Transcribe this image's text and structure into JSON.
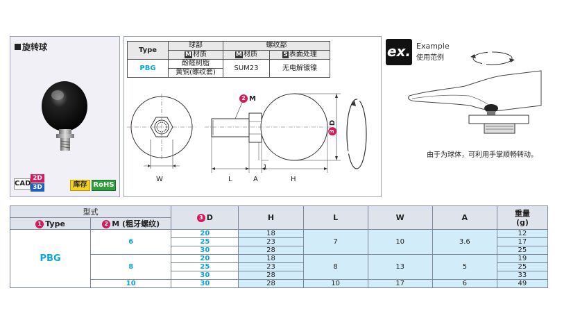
{
  "product": {
    "title": "旋转球",
    "cad_label": "CAD",
    "badge_2d": "2D",
    "badge_3d": "3D",
    "stock_label": "库存",
    "rohs_label": "RoHS"
  },
  "spec_table": {
    "type_header": "Type",
    "ball_header": "球部",
    "thread_header": "螺纹部",
    "material_mark": "M",
    "material_label": "材质",
    "surface_mark": "S",
    "surface_label": "表面处理",
    "type_value": "PBG",
    "ball_material_1": "酚醛树脂",
    "ball_material_2": "黄铜(螺纹套)",
    "thread_material": "SUM23",
    "thread_surface": "无电解镀镍"
  },
  "drawing": {
    "m_label": "M",
    "d_label": "D",
    "w_label": "W",
    "l_label": "L",
    "a_label": "A",
    "h_label": "H",
    "one_label": "1",
    "num2": "2",
    "num3": "3"
  },
  "example": {
    "logo": "ex.",
    "title": "Example",
    "subtitle": "使用范例",
    "caption": "由于为球体，可利用手掌顺畅转动。"
  },
  "main_table": {
    "model_header": "型式",
    "type_header": "Type",
    "m_header": "M (粗牙螺纹)",
    "d_header": "D",
    "h_header": "H",
    "l_header": "L",
    "w_header": "W",
    "a_header": "A",
    "weight_header": "重量",
    "weight_unit": "(g)",
    "num1": "1",
    "num2": "2",
    "num3": "3",
    "type_value": "PBG",
    "groups": [
      {
        "m": "6",
        "l": "7",
        "w": "10",
        "a": "3.6",
        "rows": [
          {
            "d": "20",
            "h": "18",
            "g": "12"
          },
          {
            "d": "25",
            "h": "23",
            "g": "17"
          },
          {
            "d": "30",
            "h": "28",
            "g": "25"
          }
        ]
      },
      {
        "m": "8",
        "l": "8",
        "w": "13",
        "a": "5",
        "rows": [
          {
            "d": "20",
            "h": "18",
            "g": "19"
          },
          {
            "d": "25",
            "h": "23",
            "g": "25"
          },
          {
            "d": "30",
            "h": "28",
            "g": "33"
          }
        ]
      },
      {
        "m": "10",
        "l": "10",
        "w": "17",
        "a": "6",
        "rows": [
          {
            "d": "30",
            "h": "28",
            "g": "49"
          }
        ]
      }
    ]
  }
}
